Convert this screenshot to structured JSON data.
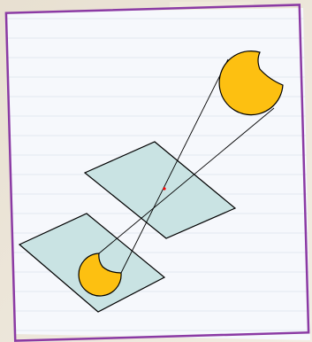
{
  "diagram": {
    "type": "pinhole-camera-optics",
    "elements": [
      "sun",
      "aperture-plane",
      "image-plane",
      "light-ray",
      "pinhole",
      "projected-image"
    ],
    "colors": {
      "background": "#EDE6D8",
      "paper": "#F6F8FC",
      "frame": "#8B3AA4",
      "plane_fill": "#C9E3E3",
      "sun_fill": "#FDC011",
      "line": "#000000",
      "pinhole": "#FF0000"
    }
  }
}
